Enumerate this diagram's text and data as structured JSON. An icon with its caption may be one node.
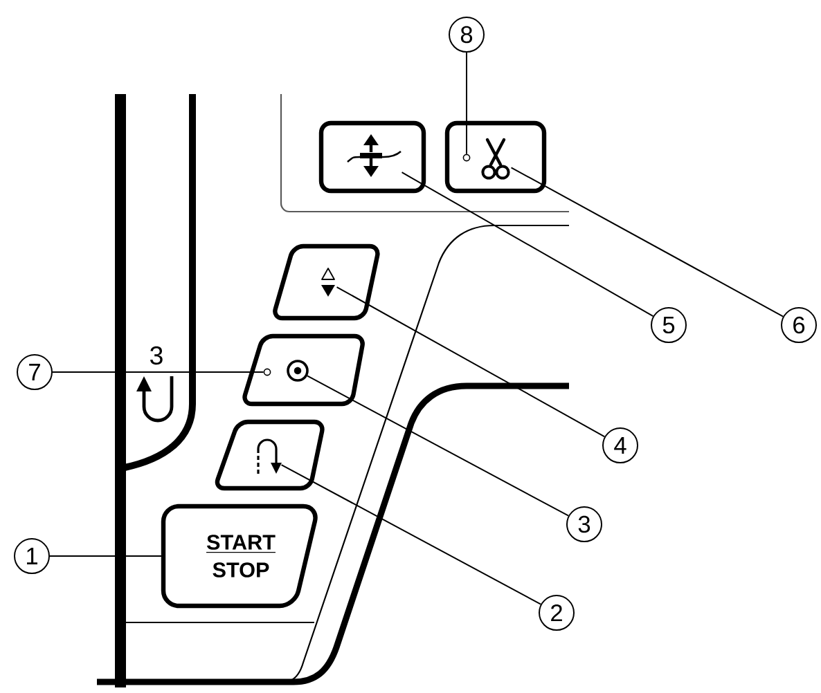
{
  "diagram": {
    "nodes": [
      {
        "text": [
          "8"
        ]
      },
      {
        "text": [],
        "shape": "box"
      },
      {
        "text": [],
        "shape": "picture",
        "in": 1
      },
      {
        "text": [],
        "shape": "box"
      },
      {
        "text": [],
        "shape": "circle",
        "in": 3
      },
      {
        "text": [],
        "shape": "picture",
        "in": 3
      },
      {
        "text": [
          "5"
        ]
      },
      {
        "text": [
          "6"
        ]
      },
      {
        "text": [],
        "shape": "box"
      },
      {
        "text": [],
        "shape": "picture",
        "in": 8
      },
      {
        "text": [
          "7"
        ]
      },
      {
        "text": [],
        "shape": "box"
      },
      {
        "text": [],
        "shape": "circle",
        "in": 11
      },
      {
        "text": [],
        "shape": "picture",
        "in": 11
      },
      {
        "text": [
          "4"
        ]
      },
      {
        "text": [],
        "shape": "box"
      },
      {
        "text": [],
        "shape": "picture",
        "in": 15
      },
      {
        "text": [
          "3"
        ]
      },
      {
        "text": [
          "START",
          "STOP"
        ]
      },
      {
        "text": [
          "1"
        ]
      },
      {
        "text": [
          "2"
        ]
      }
    ],
    "edges": [
      {
        "from": 0,
        "to": 4,
        "arrow": "none"
      },
      {
        "from": 6,
        "to": 2,
        "arrow": "none"
      },
      {
        "from": 7,
        "to": 5,
        "arrow": "none"
      },
      {
        "from": 14,
        "to": 9,
        "arrow": "none"
      },
      {
        "from": 10,
        "to": 12,
        "arrow": "none"
      },
      {
        "from": 17,
        "to": 13,
        "arrow": "none"
      },
      {
        "from": 20,
        "to": 16,
        "arrow": "none"
      },
      {
        "from": 19,
        "to": 18,
        "arrow": "none"
      }
    ],
    "labels": [
      "3"
    ]
  }
}
